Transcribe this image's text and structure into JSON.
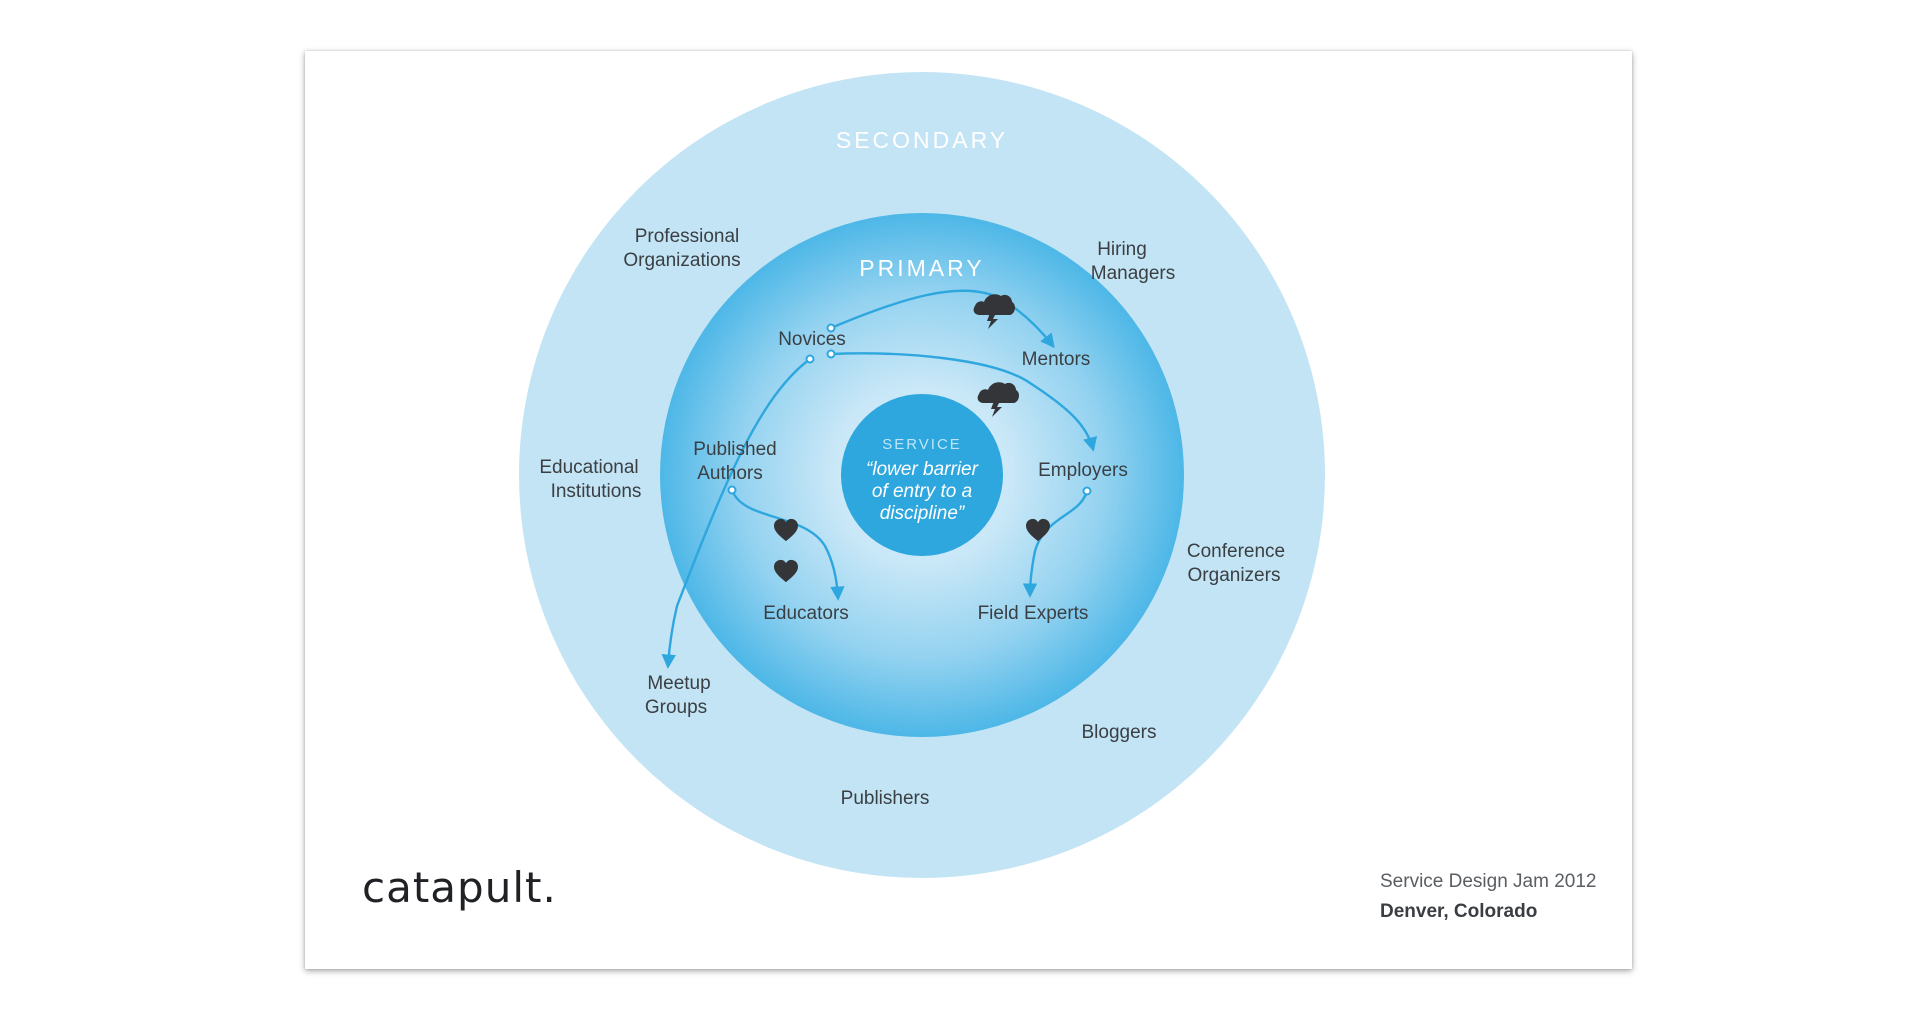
{
  "rings": {
    "secondary": "SECONDARY",
    "primary": "PRIMARY"
  },
  "service": {
    "label": "SERVICE",
    "lines": [
      "“lower barrier",
      "of entry to a",
      "discipline”"
    ]
  },
  "primary_stakeholders": {
    "novices": "Novices",
    "mentors": "Mentors",
    "published_authors": [
      "Published",
      "Authors"
    ],
    "employers": "Employers",
    "educators": "Educators",
    "field_experts": "Field Experts"
  },
  "secondary_stakeholders": {
    "professional_organizations": [
      "Professional",
      "Organizations"
    ],
    "hiring_managers": [
      "Hiring",
      "Managers"
    ],
    "educational_institutions": [
      "Educational",
      "Institutions"
    ],
    "conference_organizers": [
      "Conference",
      "Organizers"
    ],
    "meetup_groups": [
      "Meetup",
      "Groups"
    ],
    "bloggers": "Bloggers",
    "publishers": "Publishers"
  },
  "colors": {
    "outer_ring": "#c3e4f5",
    "primary_ring": "#5cbde9",
    "service_core": "#2ea6de",
    "flow_line": "#2ea6de",
    "symbol": "#333538"
  },
  "footer": {
    "brand": "catapult.",
    "event": "Service Design Jam 2012",
    "location": "Denver, Colorado"
  }
}
